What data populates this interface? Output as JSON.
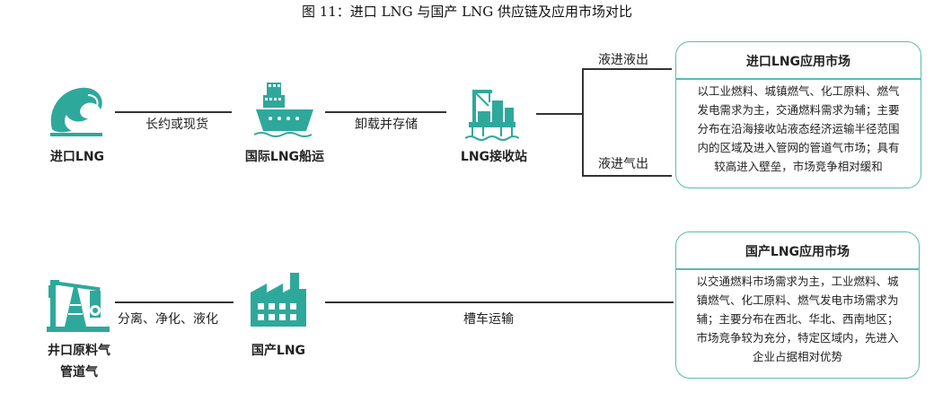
{
  "title": "图 11：进口 LNG 与国产 LNG 供应链及应用市场对比",
  "colors": {
    "accent": "#2fa89c",
    "box_border": "#5bbcb0"
  },
  "icons": {
    "import": "wave-icon",
    "ship": "ship-icon",
    "terminal": "terminal-icon",
    "well": "oil-pump-icon",
    "factory": "factory-icon"
  },
  "import_chain": {
    "nodes": [
      "进口LNG",
      "国际LNG船运",
      "LNG接收站"
    ],
    "edges": [
      "长约或现货",
      "卸载并存储"
    ],
    "branches": [
      "液进液出",
      "液进气出"
    ],
    "market": {
      "title": "进口LNG应用市场",
      "lines": [
        "以工业燃料、城镇燃气、化工原料、燃气",
        "发电需求为主，交通燃料需求为辅；主要",
        "分布在沿海接收站液态经济运输半径范围",
        "内的区域及进入管网的管道气市场；具有",
        "较高进入壁垒，市场竞争相对缓和"
      ]
    }
  },
  "domestic_chain": {
    "source_lines": [
      "井口原料气",
      "管道气"
    ],
    "node": "国产LNG",
    "edges": [
      "分离、净化、液化",
      "槽车运输"
    ],
    "market": {
      "title": "国产LNG应用市场",
      "lines": [
        "以交通燃料市场需求为主，工业燃料、城",
        "镇燃气、化工原料、燃气发电市场需求为",
        "辅；主要分布在西北、华北、西南地区；",
        "市场竞争较为充分，特定区域内，先进入",
        "企业占据相对优势"
      ]
    }
  }
}
